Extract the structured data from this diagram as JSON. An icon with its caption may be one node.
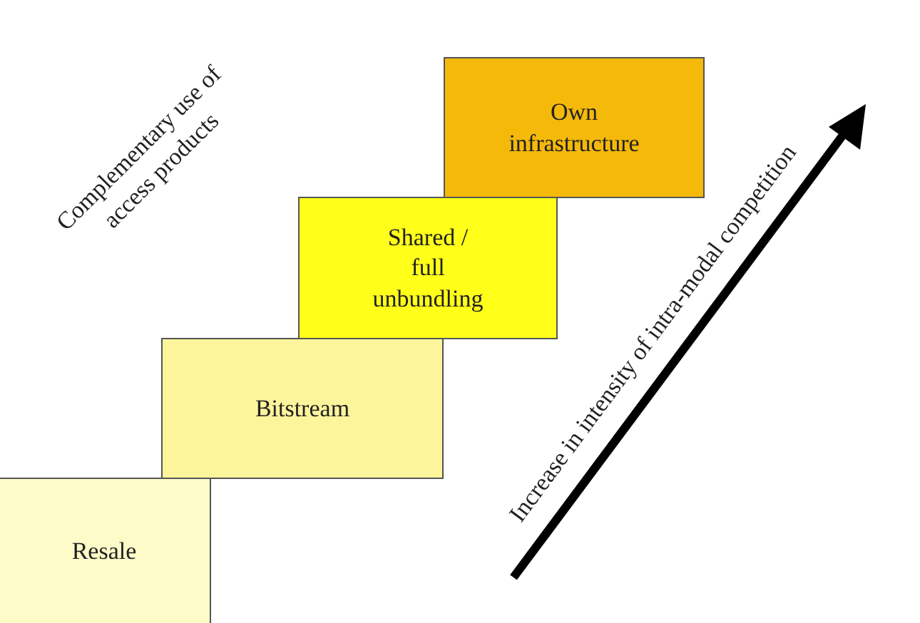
{
  "diagram": {
    "nodes": [
      {
        "text": [
          "Resale"
        ]
      },
      {
        "text": [
          "Bitstream"
        ]
      },
      {
        "text": [
          "Shared / full unbundling"
        ]
      },
      {
        "text": [
          "Own infrastructure"
        ]
      }
    ],
    "labels": [
      "Complementary use of access products",
      "Increase in intensity of intra-modal competition"
    ]
  }
}
